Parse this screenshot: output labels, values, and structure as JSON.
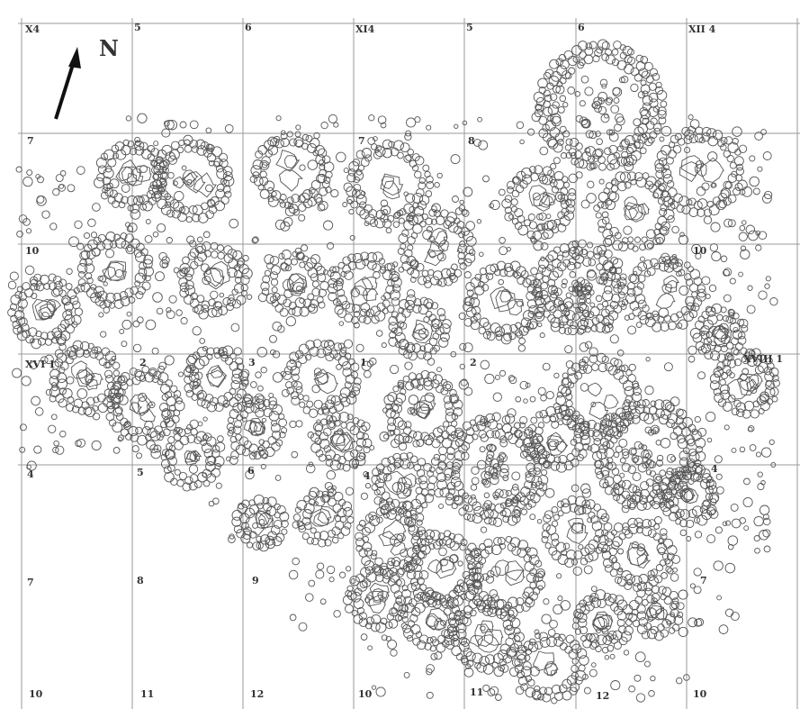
{
  "north": {
    "label": "N"
  },
  "grid": {
    "top_labels": [
      "X4",
      "5",
      "6",
      "XI4",
      "5",
      "6",
      "XII 4"
    ],
    "row2_labels": [
      "7",
      "7",
      "8"
    ],
    "row3_labels": [
      "10",
      "10"
    ],
    "row4_labels": [
      "XVI 1",
      "2",
      "3",
      "1",
      "2",
      "XVIII 1"
    ],
    "row5_labels": [
      "4",
      "5",
      "6",
      "4",
      "4"
    ],
    "row6_labels": [
      "7",
      "8",
      "9",
      "7"
    ],
    "bottom_labels": [
      "10",
      "11",
      "12",
      "10",
      "11",
      "12",
      "10"
    ]
  },
  "colors": {
    "line": "#555555",
    "grid": "#9a9a9a",
    "background": "#ffffff"
  }
}
